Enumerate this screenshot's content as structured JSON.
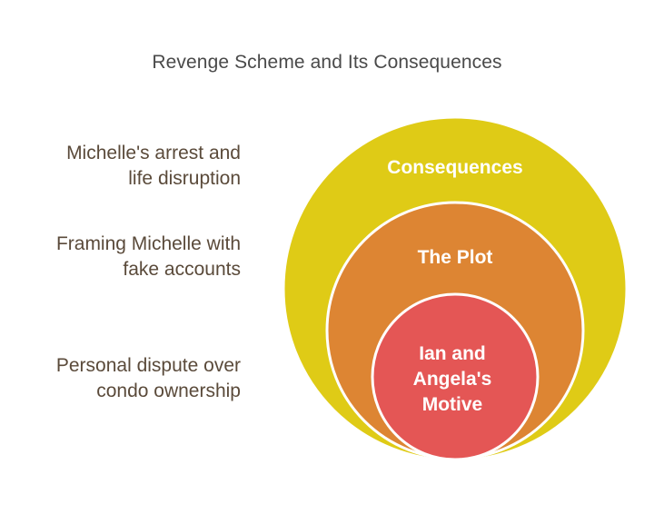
{
  "title": "Revenge Scheme and Its Consequences",
  "colors": {
    "outer": "#DFCB16",
    "middle": "#DD8533",
    "inner": "#E45655",
    "ring_stroke": "#ffffff",
    "text_dark": "#5a4a3a"
  },
  "rings": [
    {
      "label": "Consequences"
    },
    {
      "label": "The Plot"
    },
    {
      "label_lines": [
        "Ian and",
        "Angela's",
        "Motive"
      ]
    }
  ],
  "descriptions": [
    "Michelle's arrest and\nlife disruption",
    "Framing Michelle with\nfake accounts",
    "Personal dispute over\ncondo ownership"
  ]
}
